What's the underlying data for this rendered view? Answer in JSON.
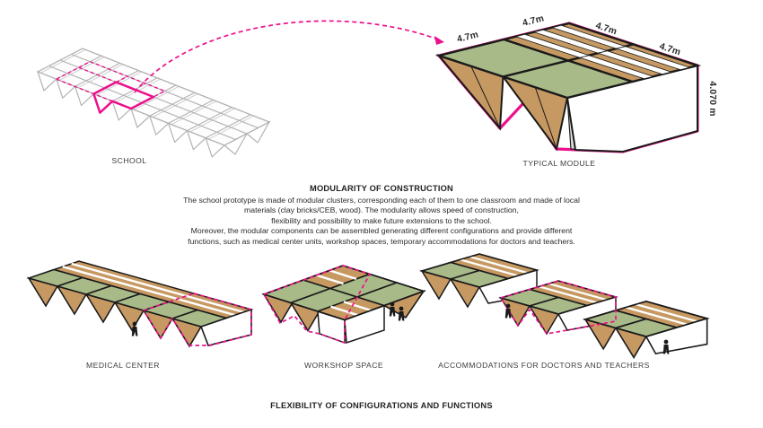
{
  "colors": {
    "accent_pink": "#ec108c",
    "roof_green": "#a9ba89",
    "wood_tan": "#c79962",
    "wireframe_gray": "#b3b3b3",
    "ink_black": "#1a1a1a",
    "background": "#ffffff"
  },
  "school": {
    "label": "SCHOOL"
  },
  "typical_module": {
    "label": "TYPICAL MODULE",
    "top_dimensions": [
      "4.7m",
      "4.7m",
      "4.7m",
      "4.7m"
    ],
    "height_dimension": "4.070 m"
  },
  "modularity": {
    "title": "MODULARITY OF CONSTRUCTION",
    "body": "The school prototype is made of modular clusters, corresponding each of them to one classroom and made of local\nmaterials (clay bricks/CEB, wood). The modularity allows speed of construction,\nflexibility and possibility to make future extensions to the school.\nMoreover, the modular components can be assembled generating different configurations and provide different\nfunctions, such as medical center units, workshop spaces, temporary accommodations for doctors and teachers."
  },
  "configurations": {
    "items": [
      {
        "label": "MEDICAL CENTER"
      },
      {
        "label": "WORKSHOP SPACE"
      },
      {
        "label": "ACCOMMODATIONS FOR DOCTORS AND TEACHERS"
      }
    ],
    "footer_title": "FLEXIBILITY OF CONFIGURATIONS AND FUNCTIONS"
  }
}
